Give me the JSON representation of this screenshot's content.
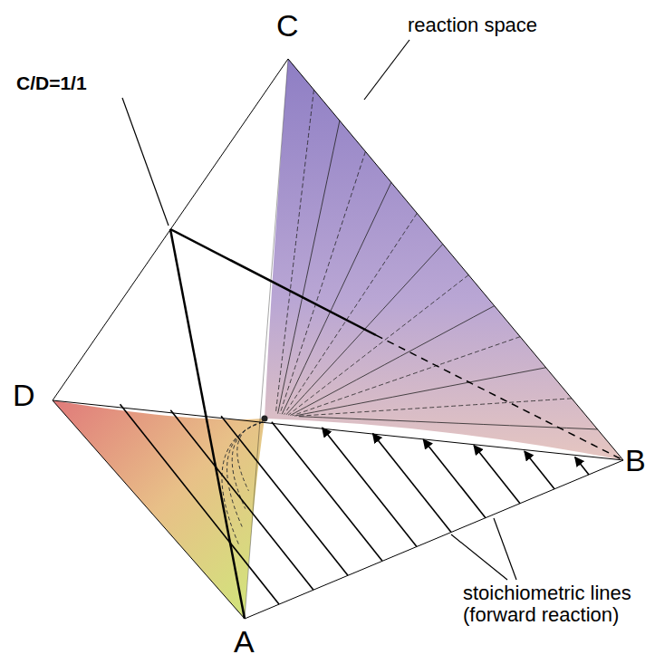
{
  "diagram": {
    "labels": [
      "C",
      "D",
      "B",
      "A",
      "C/D=1/1",
      "reaction space",
      "stoichiometric lines (forward reaction)"
    ]
  }
}
